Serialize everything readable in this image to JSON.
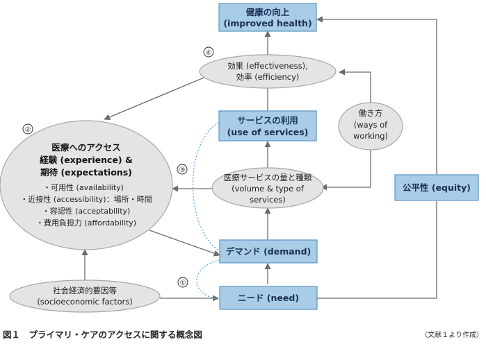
{
  "nodes": {
    "health": {
      "jp": "健康の向上",
      "en": "(improved health)"
    },
    "effectiveness": {
      "line1": "効果 (effectiveness),",
      "line2": "効率 (efficiency)"
    },
    "use_of_services": {
      "jp": "サービスの利用",
      "en": "(use of services)"
    },
    "ways_of_working": {
      "line1": "働き方",
      "line2": "(ways of",
      "line3": "working)"
    },
    "access": {
      "title": "医療へのアクセス",
      "line2": "経験 (experience) &",
      "line3": "期待 (expectations)",
      "items": [
        "・可用性 (availability)",
        "・近接性 (accessibility)：場所・時間",
        "・容認性 (acceptability)",
        "・費用負担力 (affordability)"
      ]
    },
    "volume": {
      "line1": "医療サービスの量と種類",
      "line2": "(volume & type of",
      "line3": "services)"
    },
    "equity": {
      "label": "公平性 (equity)"
    },
    "demand": {
      "label": "デマンド (demand)"
    },
    "socioeconomic": {
      "line1": "社会経済的要因等",
      "line2": "(socioeconomic factors)"
    },
    "need": {
      "label": "ニード (need)"
    }
  },
  "markers": [
    "①",
    "②",
    "③",
    "④"
  ],
  "caption": {
    "figure": "図１　プライマリ・ケアのアクセスに関する概念図",
    "source": "（文献１より作成）"
  }
}
